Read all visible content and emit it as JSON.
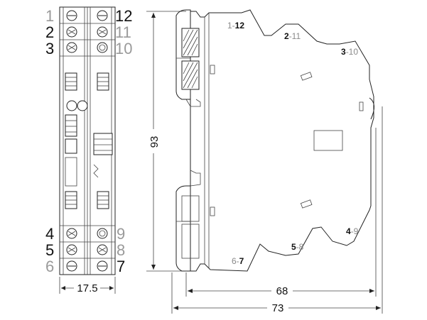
{
  "front_view": {
    "left_pins": [
      {
        "text": "1",
        "tone": "gray"
      },
      {
        "text": "2",
        "tone": "dark"
      },
      {
        "text": "3",
        "tone": "dark"
      },
      {
        "text": "4",
        "tone": "dark"
      },
      {
        "text": "5",
        "tone": "dark"
      },
      {
        "text": "6",
        "tone": "gray"
      }
    ],
    "right_pins": [
      {
        "text": "12",
        "tone": "dark"
      },
      {
        "text": "11",
        "tone": "gray"
      },
      {
        "text": "10",
        "tone": "gray"
      },
      {
        "text": "9",
        "tone": "gray"
      },
      {
        "text": "8",
        "tone": "gray"
      },
      {
        "text": "7",
        "tone": "dark"
      }
    ],
    "width_dim": "17.5"
  },
  "side_view": {
    "height_dim": "93",
    "depth_dim_1": "68",
    "depth_dim_2": "73",
    "contact_labels": [
      {
        "bold": "12",
        "plain": "1-",
        "bold_first": false
      },
      {
        "bold": "2",
        "plain": "-11",
        "bold_first": true
      },
      {
        "bold": "3",
        "plain": "-10",
        "bold_first": true
      },
      {
        "bold": "4",
        "plain": "-9",
        "bold_first": true
      },
      {
        "bold": "5",
        "plain": "-8",
        "bold_first": true
      },
      {
        "bold": "7",
        "plain": "6-",
        "bold_first": false
      }
    ]
  }
}
